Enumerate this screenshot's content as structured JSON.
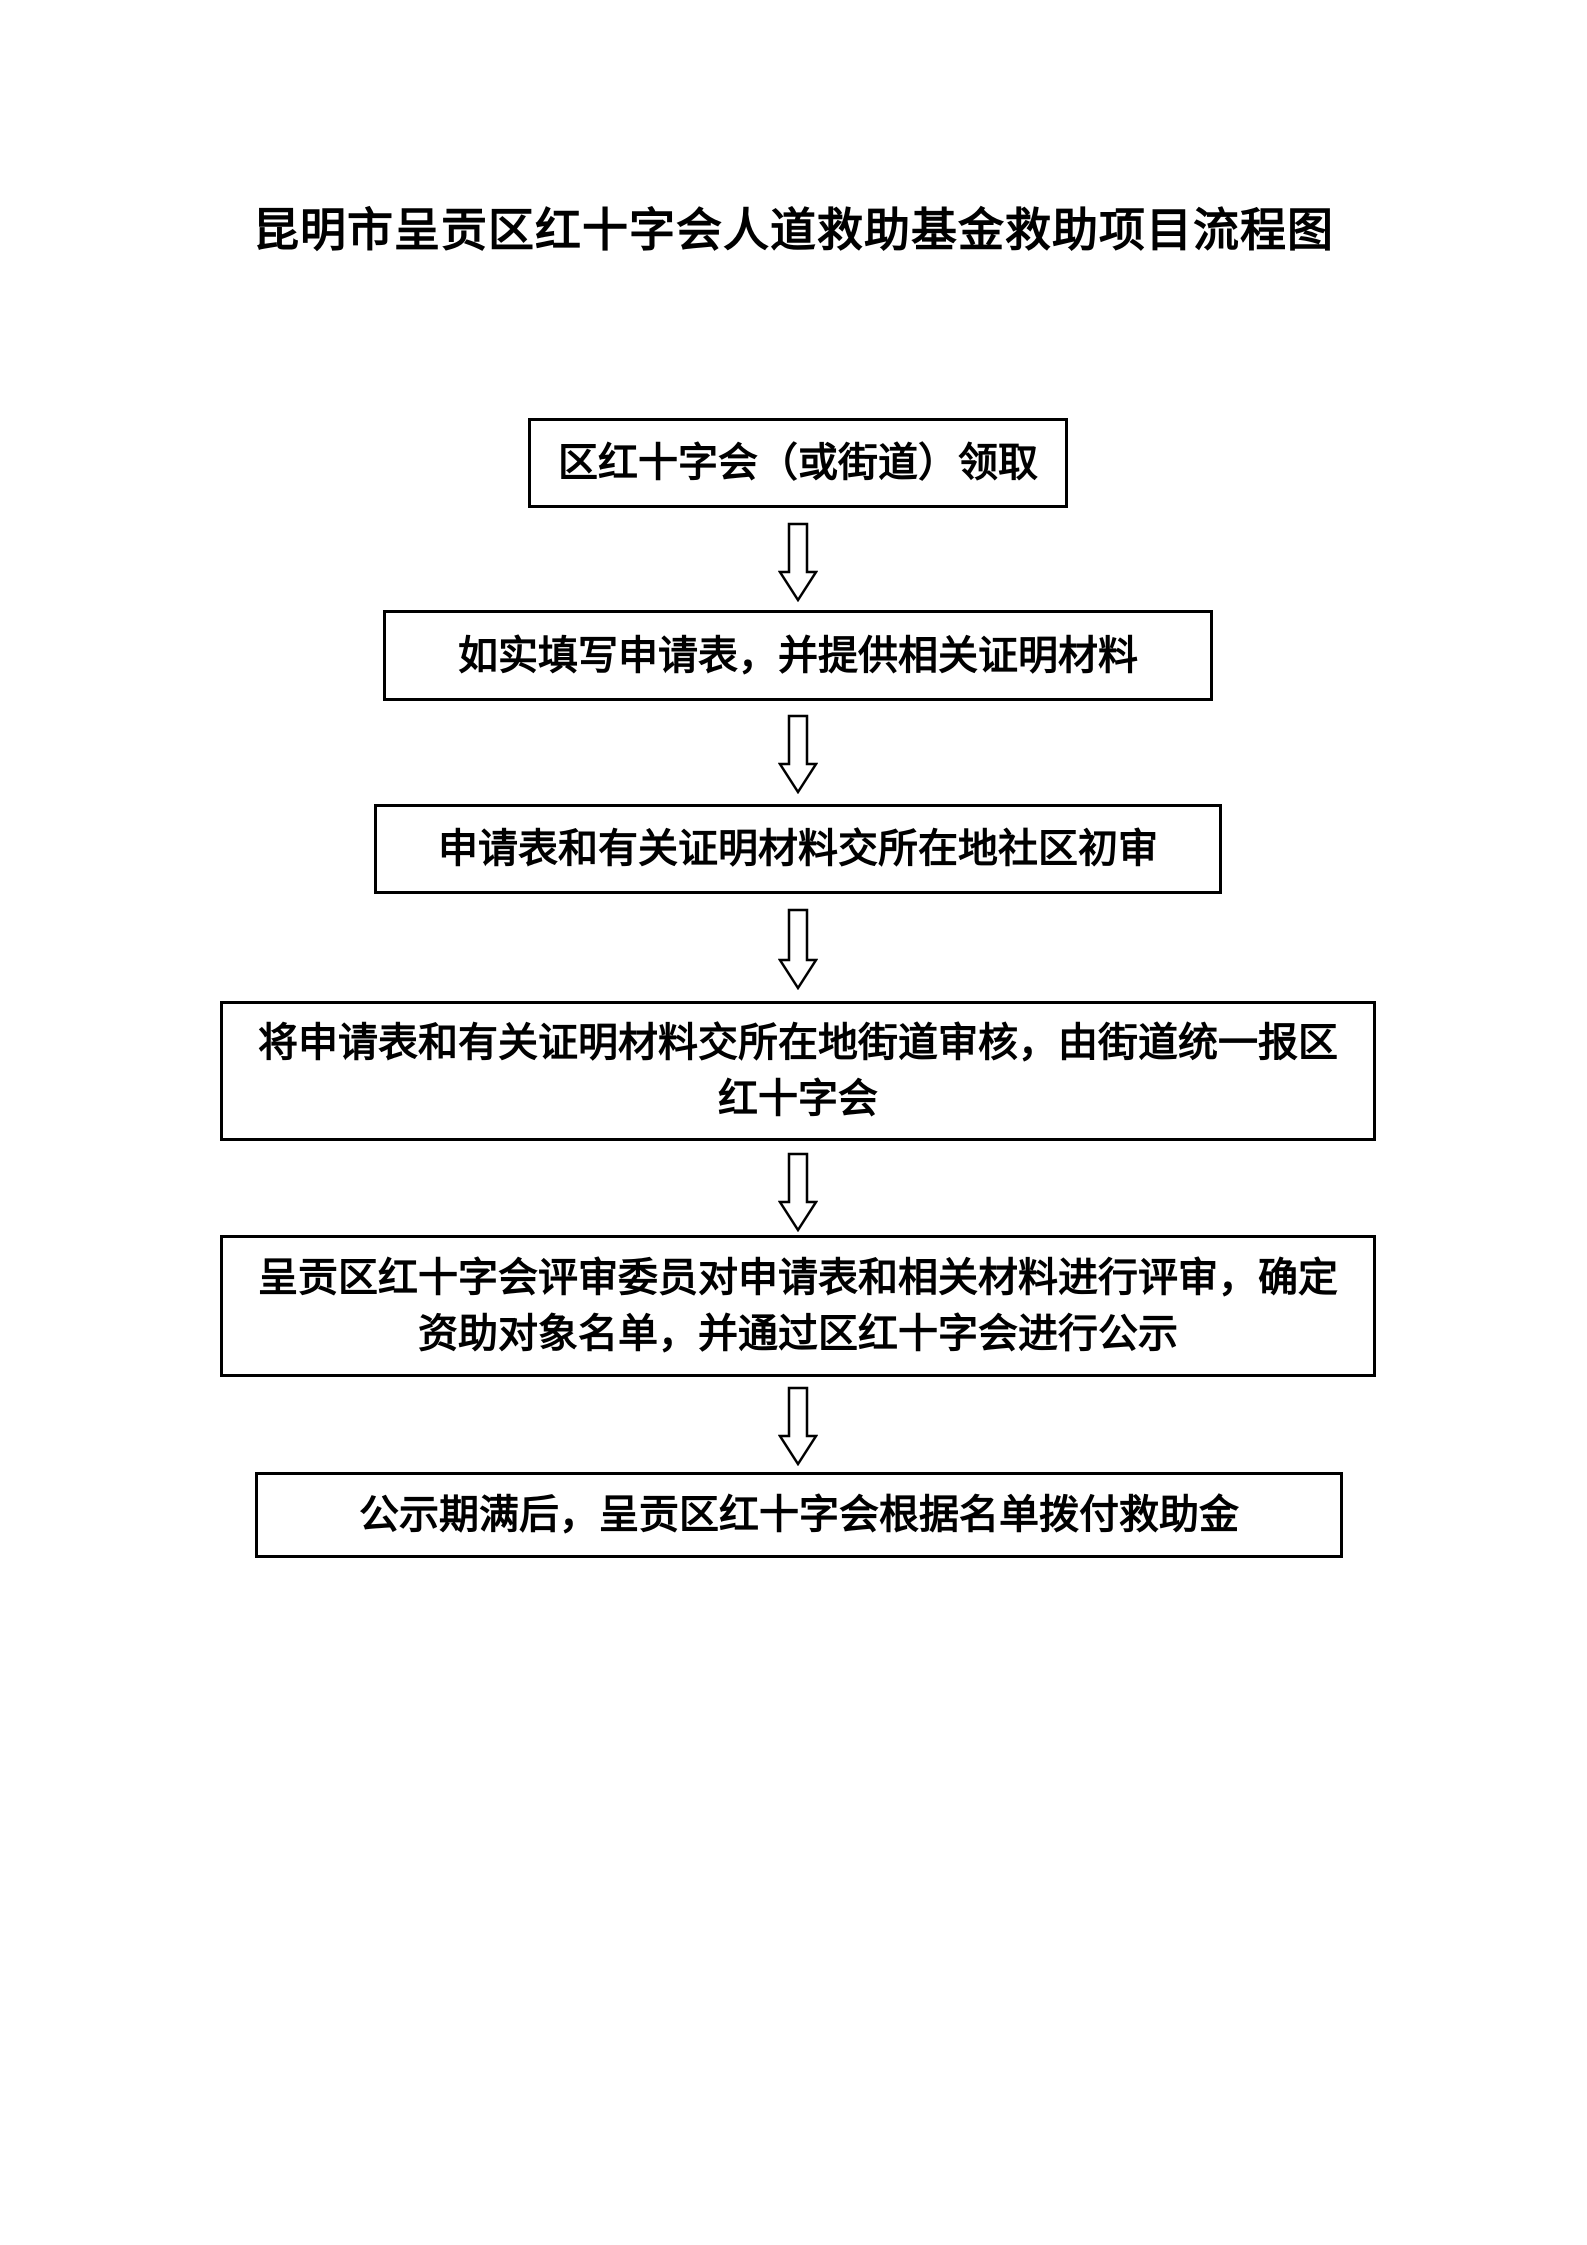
{
  "title": "昆明市呈贡区红十字会人道救助基金救助项目流程图",
  "steps": [
    {
      "text": "区红十字会（或街道）领取"
    },
    {
      "text": "如实填写申请表，并提供相关证明材料"
    },
    {
      "text": "申请表和有关证明材料交所在地社区初审"
    },
    {
      "text": "将申请表和有关证明材料交所在地街道审核，由街道统一报区红十字会"
    },
    {
      "text": "呈贡区红十字会评审委员对申请表和相关材料进行评审，确定资助对象名单，并通过区红十字会进行公示"
    },
    {
      "text": "公示期满后，呈贡区红十字会根据名单拨付救助金"
    }
  ]
}
